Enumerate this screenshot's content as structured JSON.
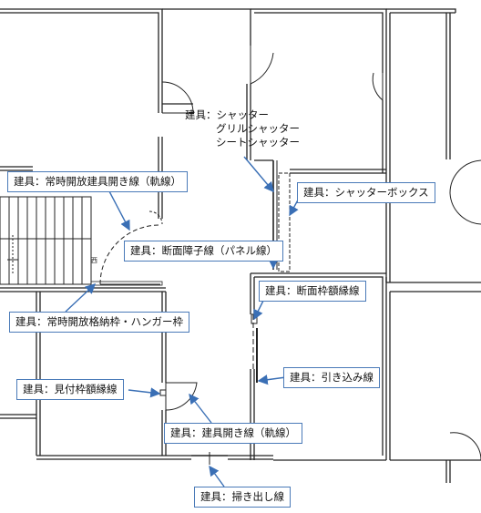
{
  "colors": {
    "wall": "#222222",
    "leader": "#3a6fb5",
    "callout_border": "#4a7ab8",
    "background": "#ffffff"
  },
  "callouts": {
    "shutter": {
      "line1": "建具：シャッター",
      "line2": "グリルシャッター",
      "line3": "シートシャッター"
    },
    "open_swing": {
      "label": "建具：常時開放建具開き線（軌線）"
    },
    "shutter_box": {
      "label": "建具：シャッターボックス"
    },
    "panel_line": {
      "label": "建具：断面障子線（パネル線）"
    },
    "section_frame": {
      "label": "建具：断面枠額縁線"
    },
    "hanger_frame": {
      "label": "建具：常時開放格納枠・ハンガー枠"
    },
    "pocket_line": {
      "label": "建具：引き込み線"
    },
    "face_frame": {
      "label": "建具：見付枠額縁線"
    },
    "swing_line": {
      "label": "建具：建具開き線（軌線）"
    },
    "sweep_line": {
      "label": "建具：掃き出し線"
    }
  },
  "plan_marks": {
    "stair_mark": "西"
  }
}
